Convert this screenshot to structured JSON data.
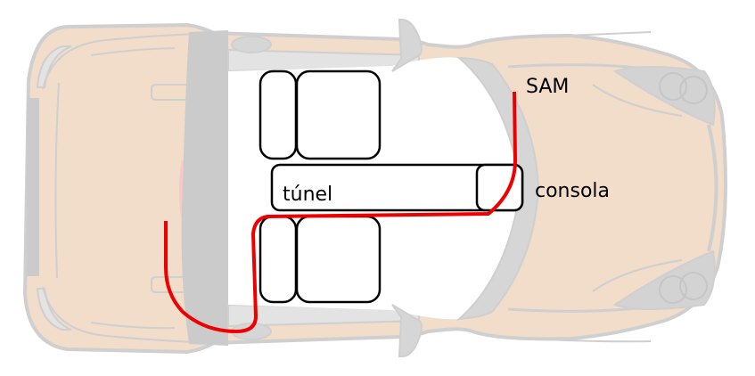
{
  "labels": {
    "sam": "SAM",
    "console": "consola",
    "tunnel": "túnel"
  },
  "colors": {
    "body_fill": "#f2dcca",
    "body_stroke": "#cfcfcf",
    "grey_part": "#cbcbcb",
    "light_grey": "#e3e3e3",
    "cable": "#ee0000",
    "outline": "#000000",
    "tail_light": "#f7c8c8"
  },
  "legend": []
}
